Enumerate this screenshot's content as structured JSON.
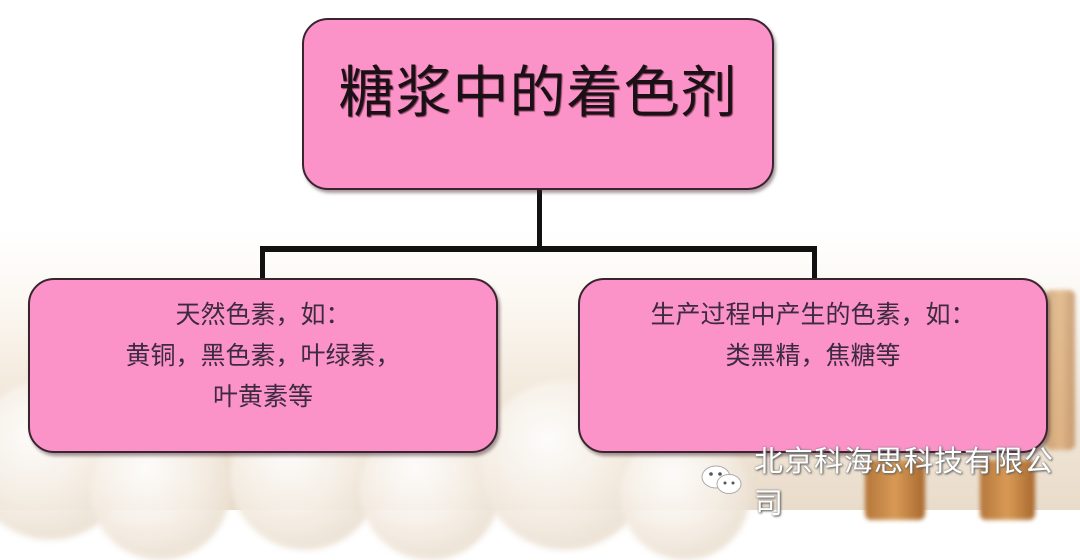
{
  "diagram": {
    "root": {
      "label": "糖浆中的着色剂"
    },
    "children": [
      {
        "lines": [
          "天然色素，如：",
          "黄铜，黑色素，叶绿素，",
          "叶黄素等"
        ]
      },
      {
        "lines": [
          "生产过程中产生的色素，如：",
          "类黑精，焦糖等"
        ]
      }
    ],
    "colors": {
      "box_fill": "#fc93c8",
      "box_border": "#3a2430",
      "connector": "#111111"
    }
  },
  "watermark": {
    "icon": "wechat-icon",
    "text": "北京科海思科技有限公司"
  }
}
